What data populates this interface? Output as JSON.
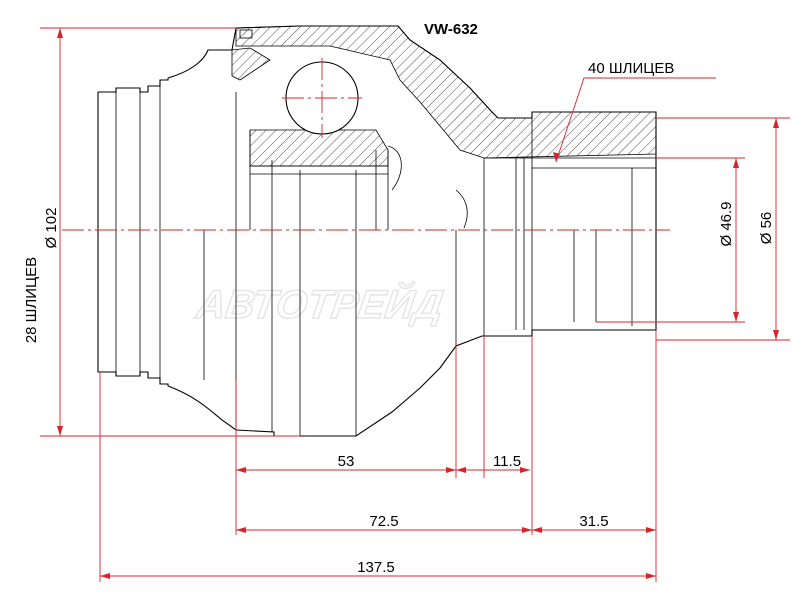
{
  "part_number": "VW-632",
  "watermark": "АВТОТРЕЙД",
  "labels": {
    "outer_splines": "40 ШЛИЦЕВ",
    "inner_splines": "28 ШЛИЦЕВ",
    "inner_diameter": "Ø 102",
    "shaft_diameter_1": "Ø 46.9",
    "shaft_diameter_2": "Ø 56"
  },
  "dimensions": {
    "d53": "53",
    "d11_5": "11.5",
    "d72_5": "72.5",
    "d31_5": "31.5",
    "d137_5": "137.5"
  },
  "colors": {
    "dimension_lines": "#d8232a",
    "outline": "#000000"
  }
}
